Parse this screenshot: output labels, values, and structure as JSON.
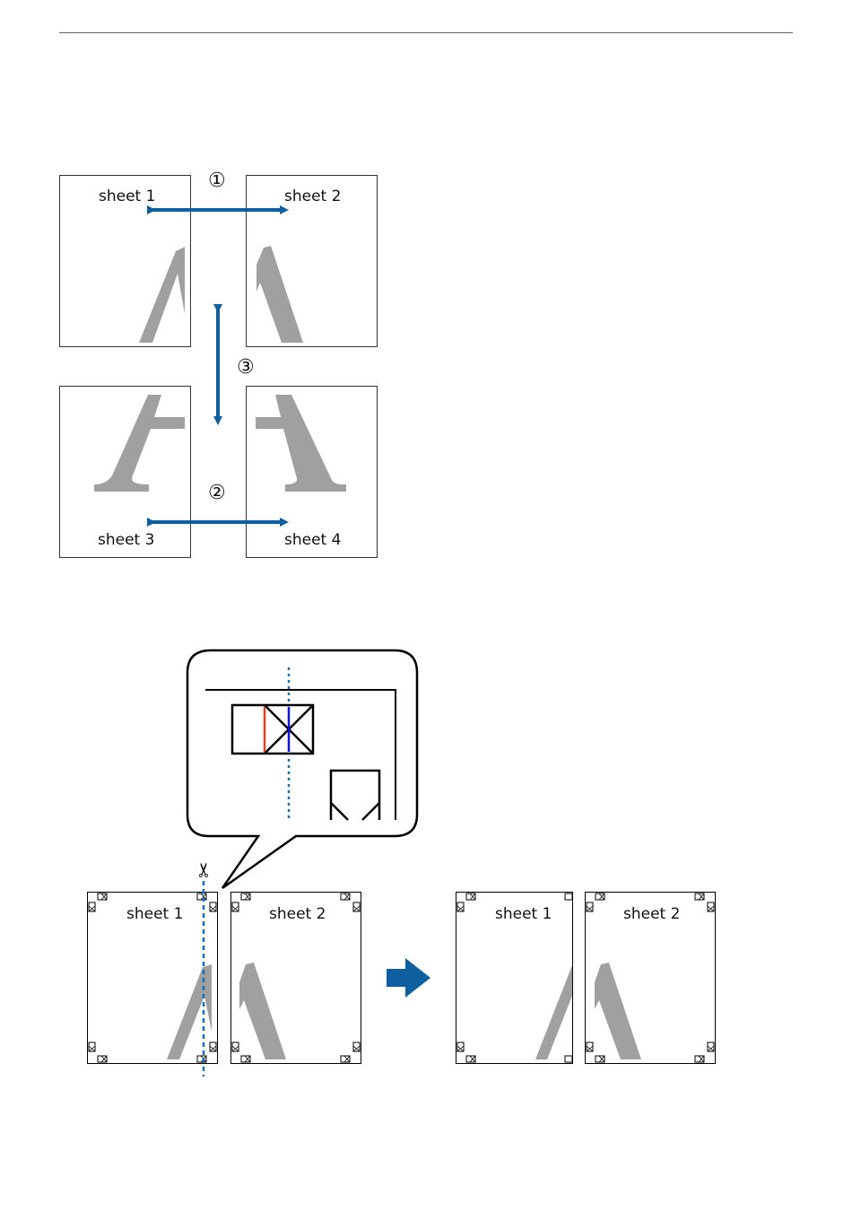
{
  "page": {
    "header_rule": true
  },
  "figure1": {
    "description": "Arrange sheets and join order",
    "sheets": [
      {
        "label": "sheet 1"
      },
      {
        "label": "sheet 2"
      },
      {
        "label": "sheet 3"
      },
      {
        "label": "sheet 4"
      }
    ],
    "steps": [
      {
        "marker": "①",
        "joins": "sheet 1 - sheet 2"
      },
      {
        "marker": "②",
        "joins": "sheet 3 - sheet 4"
      },
      {
        "marker": "③",
        "joins": "top row - bottom row"
      }
    ],
    "arrow_color": "#0e5fa0",
    "letter_color": "#a0a0a0"
  },
  "figure2": {
    "description": "Cut sheet 1 along guide line then align with sheet 2",
    "before": [
      {
        "label": "sheet 1"
      },
      {
        "label": "sheet 2"
      }
    ],
    "after": [
      {
        "label": "sheet 1"
      },
      {
        "label": "sheet 2"
      }
    ],
    "icons": {
      "scissors": "✂",
      "proceed_arrow": "right-arrow"
    },
    "cut_line_color": "#1a6fb0",
    "marker_red": "#e0401a",
    "marker_blue": "#1010e0"
  }
}
